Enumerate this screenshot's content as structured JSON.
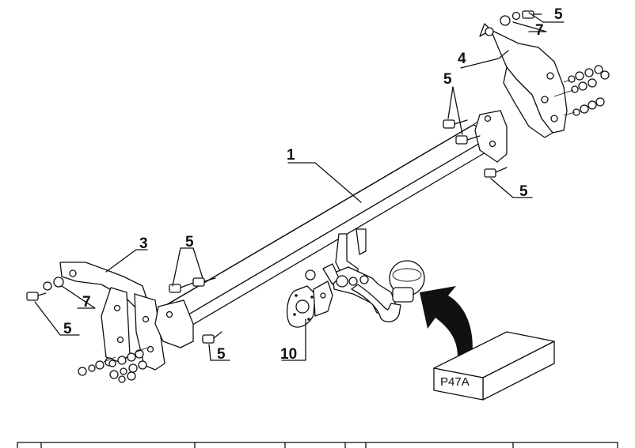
{
  "labels": {
    "part_1": "1",
    "part_3": "3",
    "part_4": "4",
    "part_5_top_right": "5",
    "part_7_top_right": "7",
    "part_5_right_upper": "5",
    "part_5_right_lower": "5",
    "part_5_left_upper": "5",
    "part_7_left": "7",
    "part_5_left_lower": "5",
    "part_5_left_bolt": "5",
    "part_10": "10"
  },
  "package": {
    "code": "P47A"
  }
}
